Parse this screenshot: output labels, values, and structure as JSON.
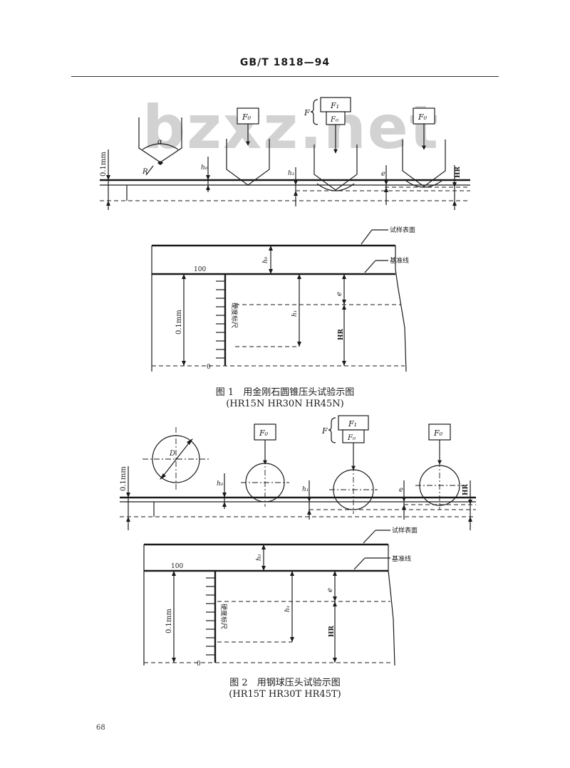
{
  "header": {
    "standard_no": "GB/T 1818—94"
  },
  "watermark": "bzxz.net",
  "labels": {
    "load_f0": "F₀",
    "load_f1": "F₁",
    "load_f": "F",
    "alpha": "α",
    "radius": "R",
    "diameter": "D",
    "scale_unit": "0.1mm",
    "h0": "h₀",
    "h1": "h₁",
    "e": "e",
    "hr": "HR",
    "surface": "试样表面",
    "baseline": "基准线",
    "scale": "硬度标尺",
    "mark_100": "100",
    "mark_0": "0"
  },
  "figure1": {
    "caption": "图 1　用金刚石圆锥压头试验示图",
    "subcaption": "(HR15N HR30N HR45N)"
  },
  "figure2": {
    "caption": "图 2　用钢球压头试验示图",
    "subcaption": "(HR15T HR30T HR45T)"
  },
  "page_number": "68"
}
